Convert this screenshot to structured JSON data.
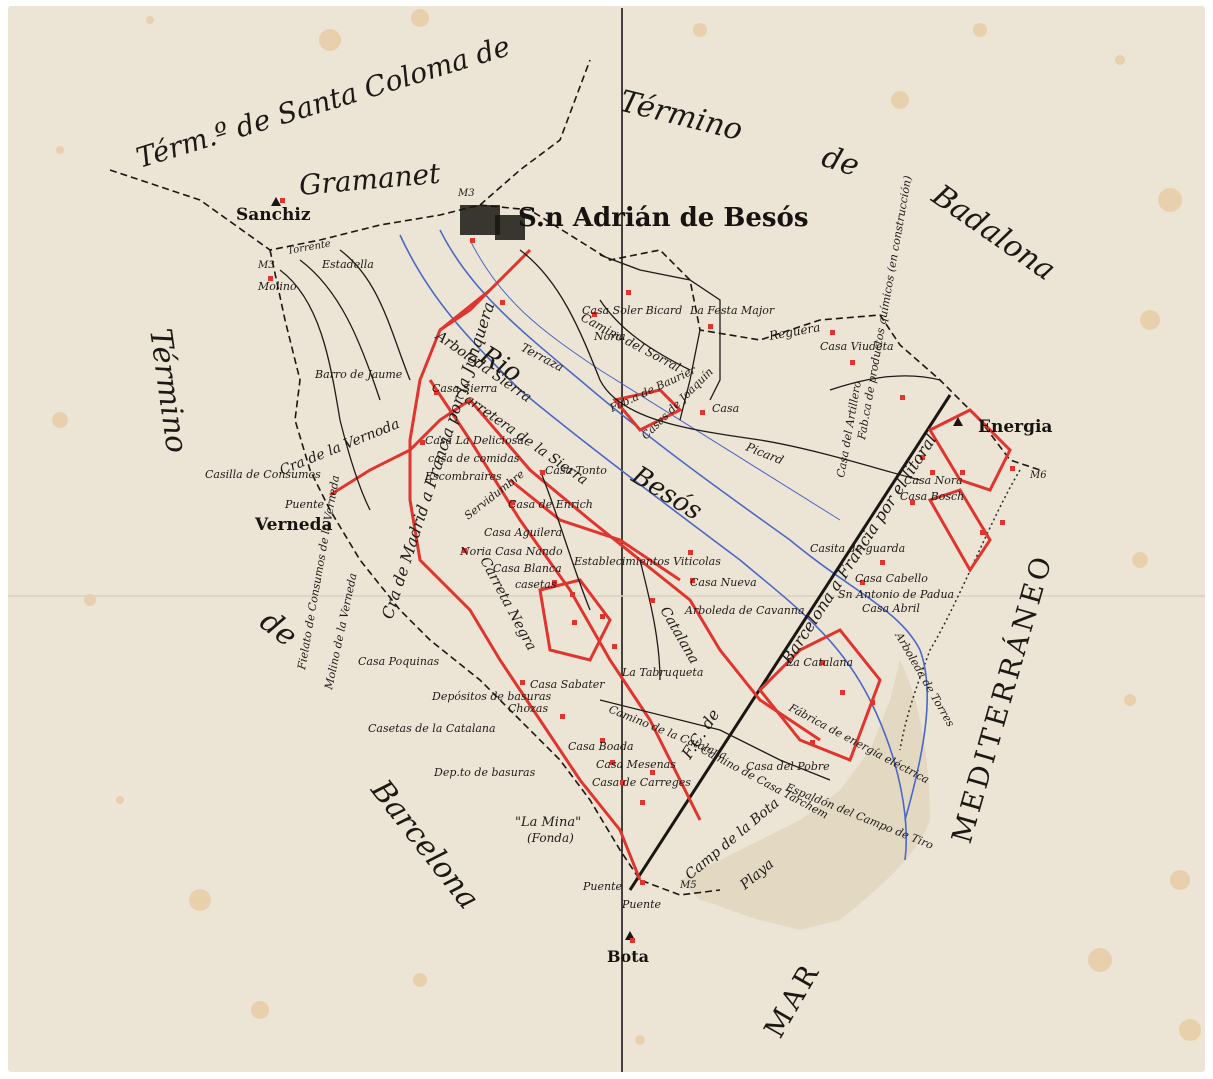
{
  "map": {
    "colors": {
      "paper": "#ece5d6",
      "ink": "#1e1a17",
      "road": "#e0352e",
      "water": "#4a68c4",
      "stain": "#e6bf8a"
    },
    "regions": {
      "santa_coloma_1": "Térm.º de Santa Coloma de",
      "santa_coloma_2": "Gramanet",
      "badalona_1": "Término",
      "badalona_2": "de",
      "badalona_3": "Badalona",
      "barcelona_1": "Término",
      "barcelona_2": "de",
      "barcelona_3": "Barcelona",
      "sea_1": "MAR",
      "sea_2": "MEDITERRÁNEO"
    },
    "places": {
      "sant_adria": "S.n Adrián de Besós",
      "sanchiz": "Sanchiz",
      "energia": "Energia",
      "verneda": "Verneda",
      "bota": "Bota",
      "la_mina": "\"La Mina\"",
      "fonda": "(Fonda)",
      "puente_a": "Puente",
      "puente_b": "Puente",
      "puente_c": "Puente",
      "m3_a": "M3",
      "m3_b": "M3",
      "m5": "M5",
      "m6": "M6"
    },
    "river": {
      "rio": "Rio",
      "besos": "Besós"
    },
    "roads": {
      "madrid_francia": "Cra de Madrid a Francia por la Junquera",
      "barcelona_francia": "Barcelona a Francia por el litoral",
      "fc": "F.C. de",
      "arboleda_sierra": "Arboleda Sierra",
      "carretera_sierra": "Carretera de la Sierra",
      "vernoda": "Cra de la Vernoda",
      "carrerota_negra": "Carreta Negra",
      "catalana": "Catalana",
      "terraza": "Terraza",
      "camino_sorral": "Camino del Sorral",
      "reguera": "Reguera",
      "picard": "Picard",
      "camp_bota": "Camp de la Bota",
      "playa": "Playa",
      "camino_catalana": "Camino de la Catalana",
      "servidumbre": "Servidumbre",
      "camino_casa_tarchem": "Camino de Casa Tarchem",
      "torrente": "Torrente"
    },
    "labels": {
      "molino": "Molino",
      "estadella": "Estadella",
      "casilla": "Casilla de Consumos",
      "casa_deliciosa": "Casa La Deliciosa",
      "casa_comidas": "casa de comidas",
      "escombraires": "Escombraires",
      "casa_tonto": "Casa Tonto",
      "casa_enrich": "Casa de Enrich",
      "casa_aguilera": "Casa Aguilera",
      "noria_nando": "Noria Casa Nando",
      "casa_blanca": "Casa Blanca",
      "casetas": "casetas",
      "establecimientos": "Establecimientos Viticolas",
      "casa_nueva": "Casa Nueva",
      "arboleda_cavanna": "Arboleda de Cavanna",
      "casa_poquinas": "Casa Poquinas",
      "depositos": "Depósitos de basuras",
      "chozas": "Chozas",
      "casa_sabater": "Casa Sabater",
      "la_tabruqueta": "La Tabruqueta",
      "casetas_catalana": "Casetas de la Catalana",
      "dep_basuras": "Dep.to de basuras",
      "casa_boada": "Casa Boada",
      "casa_mesenas": "Casa Mesenas",
      "casa_carreges": "Casa de Carreges",
      "la_catalana": "La Catalana",
      "fabrica_energia": "Fábrica de energía eléctrica",
      "casa_pobre": "Casa del Pobre",
      "espaldon": "Espaldón del Campo de Tiro",
      "casa_cabello": "Casa Cabello",
      "sn_antonio": "Sn Antonio de Padua",
      "casa_abril": "Casa Abril",
      "arboleda_torres": "Arboleda de Torres",
      "casa_bosch": "Casa Bosch",
      "casa_nora": "Casa Nora",
      "casa_guarda": "Casita de guarda",
      "casa_viudeta": "Casa Viudeta",
      "casa_artillero": "Casa del Artillero",
      "fab_productos": "Fab.ca de productos químicos (en construcción)",
      "la_festa_major": "La Festa Major",
      "soler_bicard": "Casa Soler Bicard",
      "noria": "Noria",
      "fab_baurier": "Fab.a de Baurier",
      "casas_joaquin": "Casas de Joaquín",
      "casa_pio": "Casa",
      "molino_verneda": "Molino de la Verneda",
      "fielato": "Fielato de Consumos de la Verneda",
      "barro_jaume": "Barro de Jaume",
      "casa_gerra": "Casa Sierra"
    }
  }
}
